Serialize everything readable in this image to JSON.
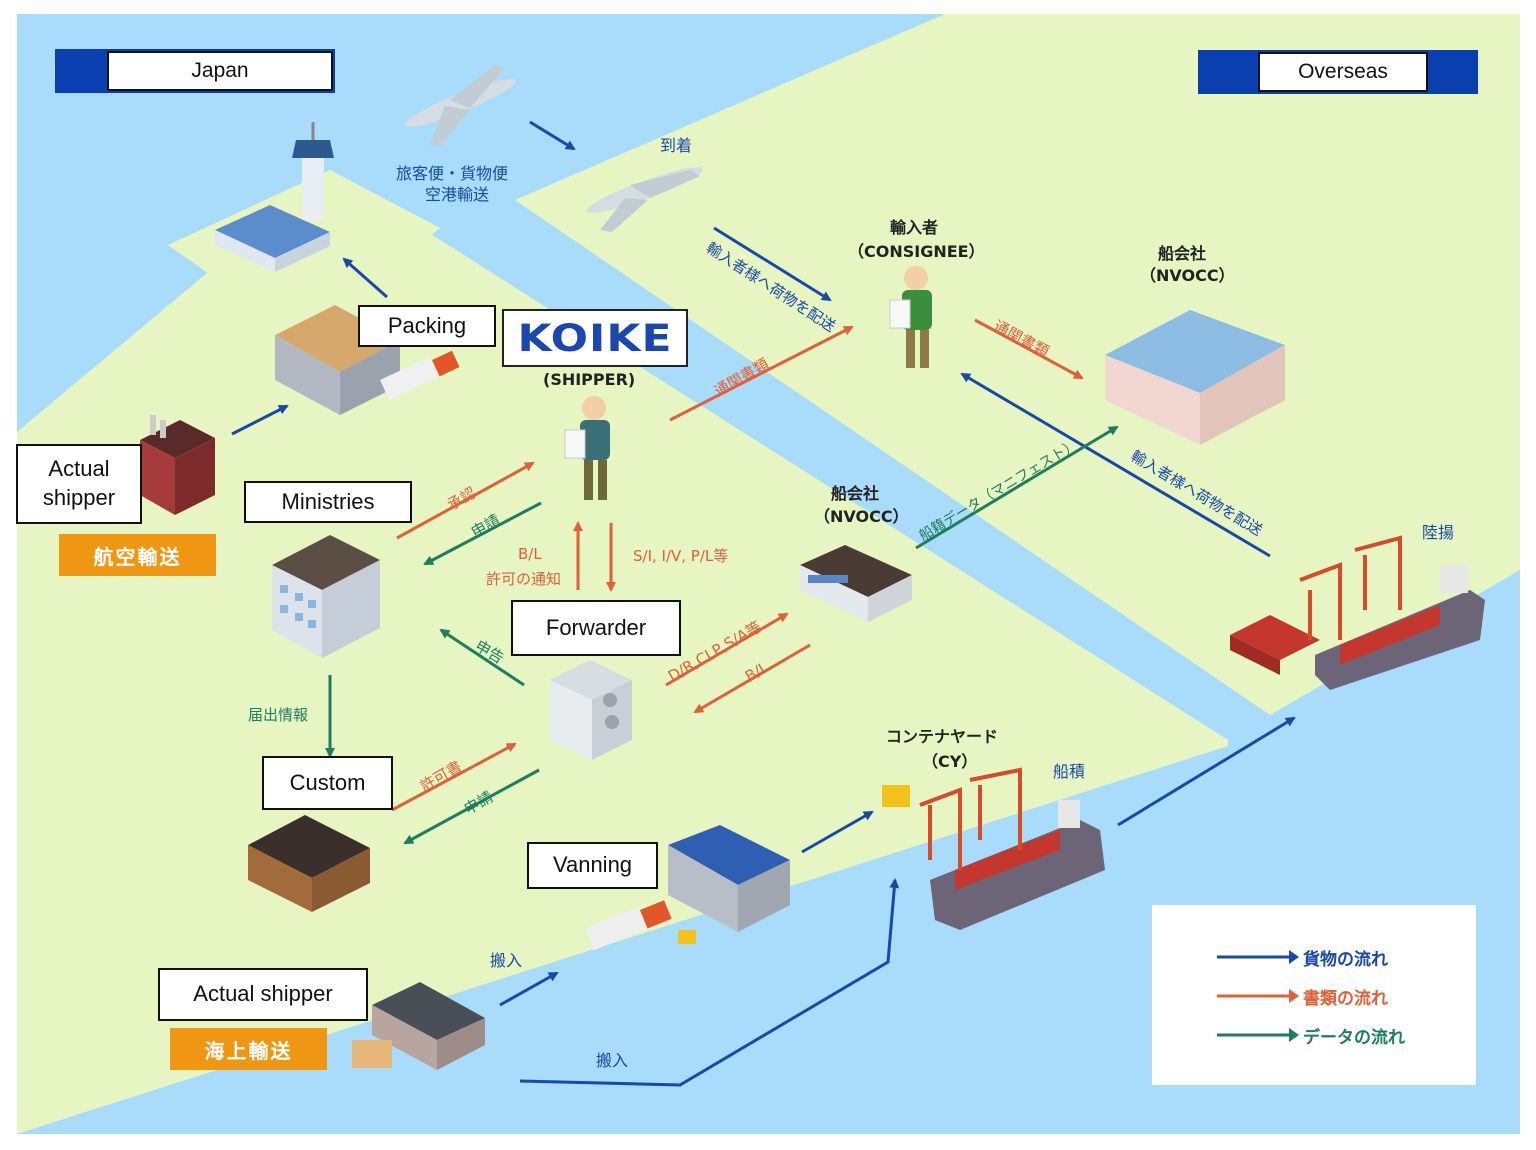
{
  "regions": {
    "japan": "Japan",
    "overseas": "Overseas"
  },
  "colors": {
    "sea": "#a8dcfa",
    "land": "#e6f5c2",
    "cargo_flow": "#1849a9",
    "document_flow": "#e0603a",
    "data_flow": "#1e7d5e",
    "banner_blue": "#0a3fb0",
    "tag_orange": "#ef9613"
  },
  "nodes": {
    "packing": "Packing",
    "koike_logo": "KOIKE",
    "shipper": "(SHIPPER)",
    "actual_shipper_air": "Actual\nshipper",
    "air_transport": "航空輸送",
    "ministries": "Ministries",
    "forwarder": "Forwarder",
    "custom": "Custom",
    "vanning": "Vanning",
    "actual_shipper_sea": "Actual shipper",
    "sea_transport": "海上輸送",
    "consignee_ja": "輸入者",
    "consignee_en": "（CONSIGNEE）",
    "nvocc_right_ja": "船会社",
    "nvocc_right_en": "（NVOCC）",
    "nvocc_mid_ja": "船会社",
    "nvocc_mid_en": "（NVOCC）",
    "cy_ja": "コンテナヤード",
    "cy_en": "（CY）"
  },
  "labels": {
    "air_line1": "旅客便・貨物便",
    "air_line2": "空港輸送",
    "arrival": "到着",
    "deliver_air": "輸入者様へ荷物を配送",
    "customs_docs_1": "通関書類",
    "customs_docs_2": "通関書類",
    "approval": "承認",
    "apply_1": "申請",
    "bl_permit_1": "B/L",
    "bl_permit_2": "許可の通知",
    "si_iv_pl": "S/I, I/V, P/L等",
    "declare": "申告",
    "dr_clp_sa": "D/R,CLP,S/A等",
    "bl": "B/L",
    "manifest": "船籍データ（マニフェスト）",
    "deliver_sea": "輸入者様へ荷物を配送",
    "unloading": "陸揚",
    "filing_info": "届出情報",
    "permit": "許可書",
    "apply_2": "申請",
    "loading": "船積",
    "carry_in_1": "搬入",
    "carry_in_2": "搬入"
  },
  "legend": {
    "cargo": "貨物の流れ",
    "documents": "書類の流れ",
    "data": "データの流れ"
  }
}
